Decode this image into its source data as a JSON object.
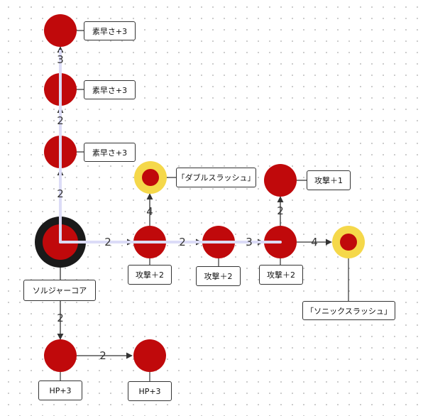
{
  "colors": {
    "node_red": "#c0090b",
    "special_ring": "#f5d84a",
    "core_ring": "#1a1a1a",
    "selection_path": "#dcdcf7",
    "connector": "#333333"
  },
  "nodes": {
    "core": "ソルジャーコア",
    "speed_1": "素早さ+3",
    "speed_2": "素早さ+3",
    "speed_3": "素早さ+3",
    "attack_1": "攻撃＋2",
    "attack_2": "攻撃＋2",
    "attack_3": "攻撃＋2",
    "attack_4": "攻撃＋1",
    "double_slash": "「ダブルスラッシュ」",
    "sonic_slash": "「ソニックスラッシュ」",
    "hp_1": "HP+3",
    "hp_2": "HP+3"
  },
  "edges": {
    "core_to_attack_1": "2",
    "attack_1_to_attack_2": "2",
    "attack_2_to_attack_3": "3",
    "attack_3_to_sonic_slash": "4",
    "attack_1_to_double_slash": "4",
    "attack_3_to_attack_4": "2",
    "core_to_speed_1": "2",
    "speed_1_to_speed_2": "2",
    "speed_2_to_speed_3": "3",
    "core_to_hp_1": "2",
    "hp_1_to_hp_2": "2"
  }
}
